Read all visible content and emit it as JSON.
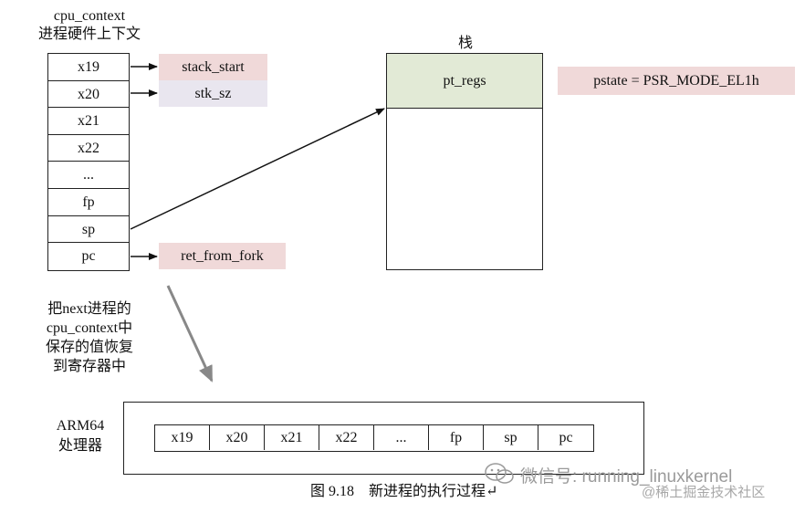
{
  "cpu_context": {
    "title_line1": "cpu_context",
    "title_line2": "进程硬件上下文",
    "rows": [
      "x19",
      "x20",
      "x21",
      "x22",
      "...",
      "fp",
      "sp",
      "pc"
    ]
  },
  "tags": {
    "stack_start": "stack_start",
    "stk_sz": "stk_sz",
    "ret_from_fork": "ret_from_fork"
  },
  "stack": {
    "title": "栈",
    "pt_regs": "pt_regs"
  },
  "pstate": "pstate = PSR_MODE_EL1h",
  "note": {
    "line1": "把next进程的",
    "line2": "cpu_context中",
    "line3": "保存的值恢复",
    "line4": "到寄存器中"
  },
  "processor": {
    "label_line1": "ARM64",
    "label_line2": "处理器",
    "registers": [
      "x19",
      "x20",
      "x21",
      "x22",
      "...",
      "fp",
      "sp",
      "pc"
    ]
  },
  "caption": "图 9.18    新进程的执行过程↵",
  "watermark": {
    "line1": "微信号: running_linuxkernel",
    "line2": "@稀土掘金技术社区"
  },
  "colors": {
    "pink": "#f0d9d9",
    "lavender": "#e9e6ef",
    "green": "#e2ead6",
    "arrow_gray": "#888888"
  }
}
